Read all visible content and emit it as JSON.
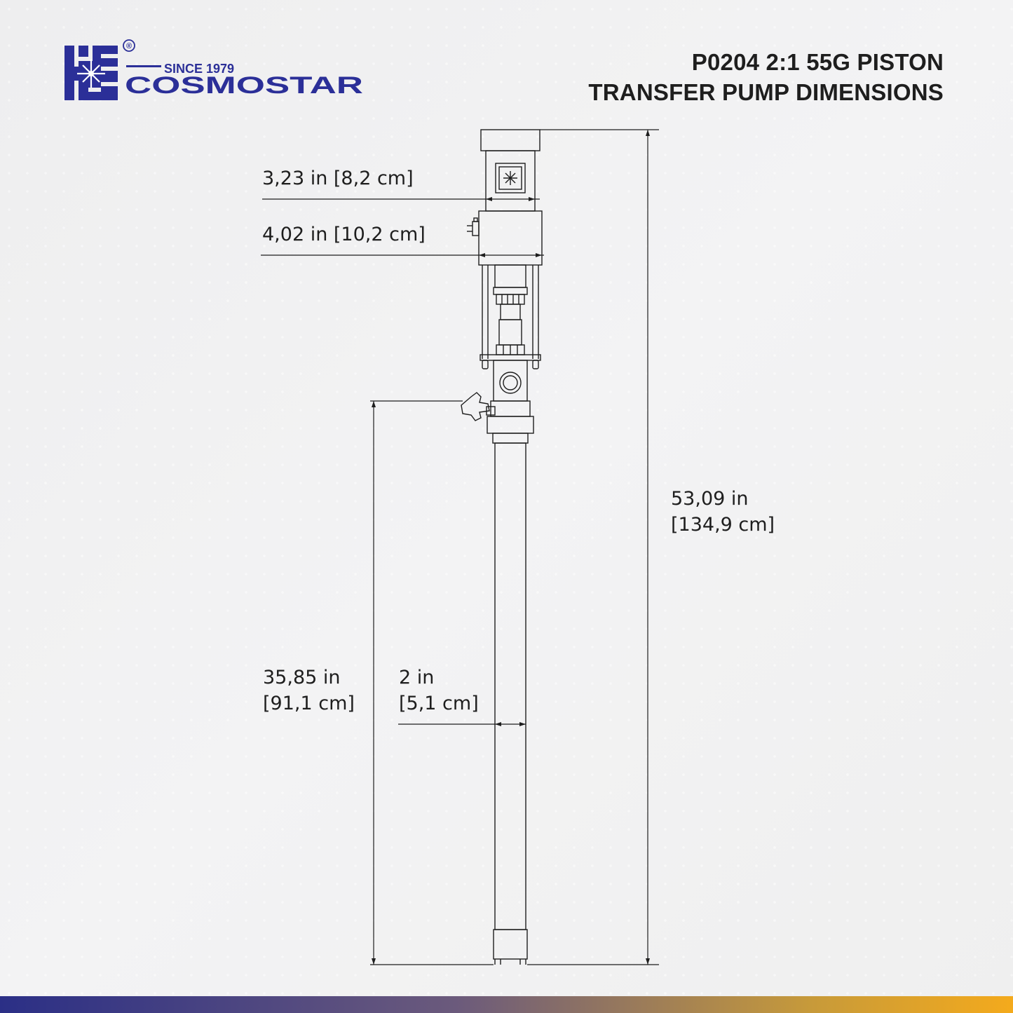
{
  "brand": {
    "tagline": "SINCE 1979",
    "name": "COSMOSTAR",
    "registered_mark": "®",
    "brand_color": "#2b2f98"
  },
  "title": {
    "line1": "P0204 2:1 55G PISTON",
    "line2": "TRANSFER PUMP DIMENSIONS"
  },
  "dimensions": {
    "motor_width": "3,23 in [8,2 cm]",
    "head_width": "4,02 in [10,2 cm]",
    "overall_height_in": "53,09 in",
    "overall_height_cm": "[134,9 cm]",
    "tube_length_in": "35,85 in",
    "tube_length_cm": "[91,1 cm]",
    "tube_diameter_in": "2 in",
    "tube_diameter_cm": "[5,1 cm]"
  },
  "colors": {
    "line": "#1e1e1e",
    "bar_start": "#2b2f86",
    "bar_end": "#f4aa1c"
  }
}
